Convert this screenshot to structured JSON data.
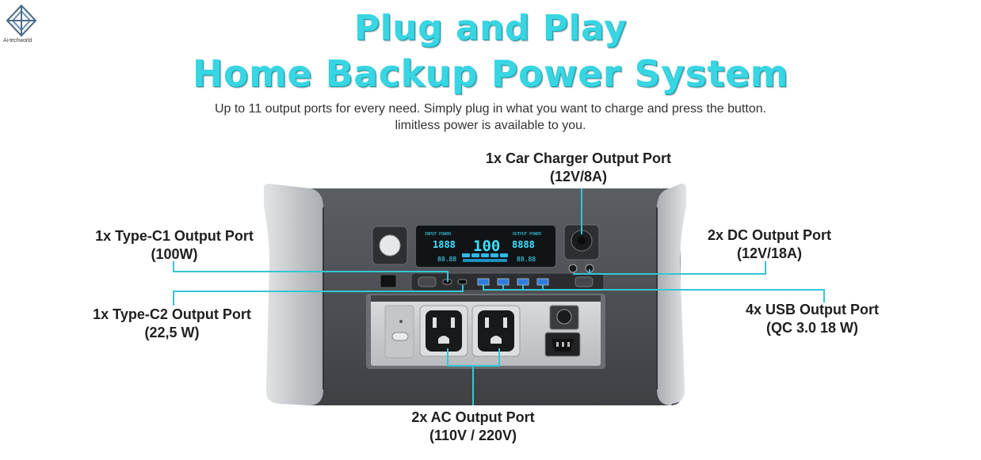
{
  "logo": {
    "icon": "ai-techworld-logo-icon",
    "text": "Ai-techworld"
  },
  "header": {
    "title_line1": "Plug and Play",
    "title_line2": "Home Backup Power System",
    "subtitle_line1": "Up to 11 output ports for every need. Simply plug in what you want to charge and press the button.",
    "subtitle_line2": "limitless power is available to you."
  },
  "labels": {
    "car_charger": {
      "name": "1x  Car Charger Output Port",
      "spec": "(12V/8A)"
    },
    "type_c1": {
      "name": "1x Type-C1 Output Port",
      "spec": "(100W)"
    },
    "type_c2": {
      "name": "1x Type-C2 Output Port",
      "spec": "(22,5 W)"
    },
    "dc": {
      "name": "2x DC Output Port",
      "spec": "(12V/18A)"
    },
    "usb": {
      "name": "4x USB Output Port",
      "spec": "(QC 3.0 18 W)"
    },
    "ac": {
      "name": "2x AC Output Port",
      "spec": "(110V / 220V)"
    }
  },
  "display": {
    "input_label": "INPUT POWER",
    "output_label": "OUTPUT POWER",
    "input_value": "1888",
    "percent_value": "100",
    "output_value": "8888",
    "input_small": "88.88",
    "output_small": "88.88"
  },
  "colors": {
    "accent": "#38d5e3",
    "callout_line": "#33c6d6",
    "body_dark": "#4a4d52",
    "body_light": "#c8cbcf",
    "lcd_glow": "#3ee0ff"
  }
}
